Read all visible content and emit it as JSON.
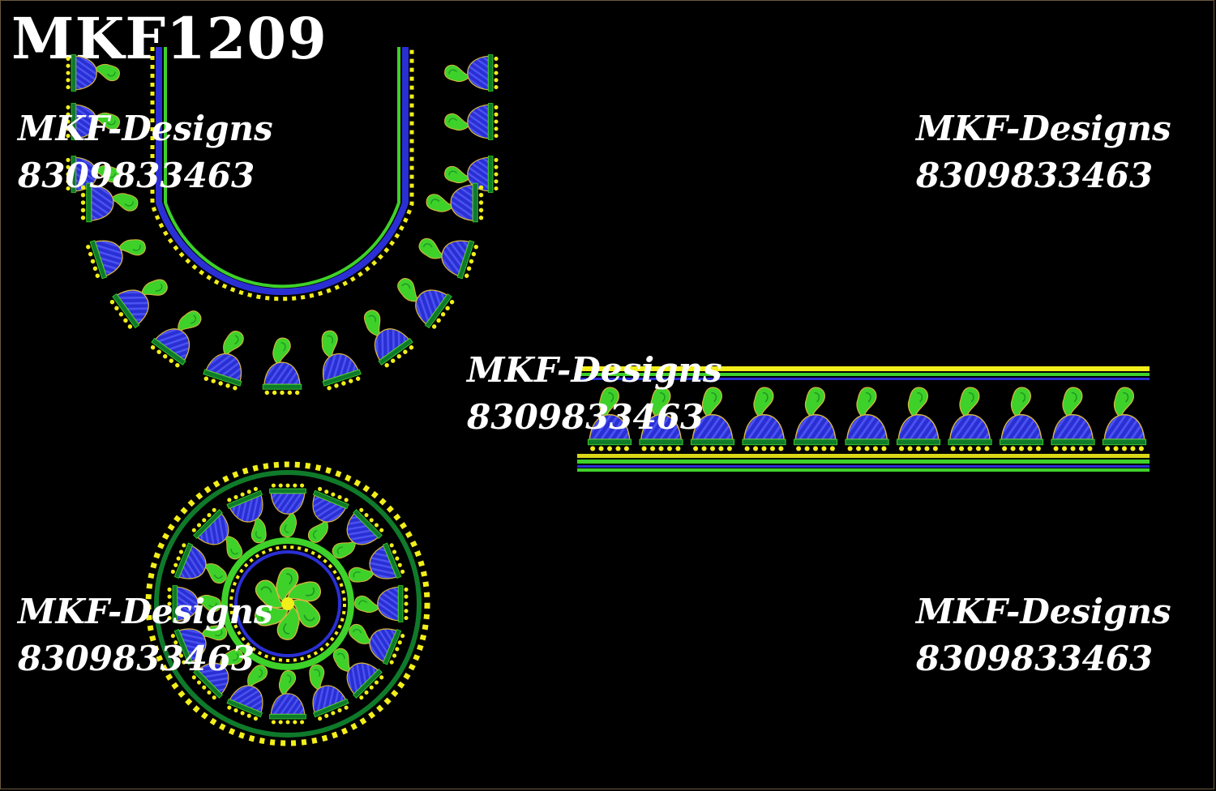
{
  "design_code": "MKF1209",
  "watermarks": [
    {
      "brand": "MKF-Designs",
      "phone": "8309833463"
    },
    {
      "brand": "MKF-Designs",
      "phone": "8309833463"
    },
    {
      "brand": "MKF-Designs",
      "phone": "8309833463"
    },
    {
      "brand": "MKF-Designs",
      "phone": "8309833463"
    },
    {
      "brand": "MKF-Designs",
      "phone": "8309833463"
    }
  ],
  "palette": {
    "background": "#000000",
    "thread_yellow": "#f2ee1a",
    "thread_green": "#3ed12a",
    "thread_dark_green": "#0f7a2a",
    "thread_blue": "#2a2fd4",
    "thread_gold": "#d8b640"
  },
  "motifs": [
    "paisley-icon",
    "jhumka-bell-icon",
    "pinwheel-icon"
  ]
}
